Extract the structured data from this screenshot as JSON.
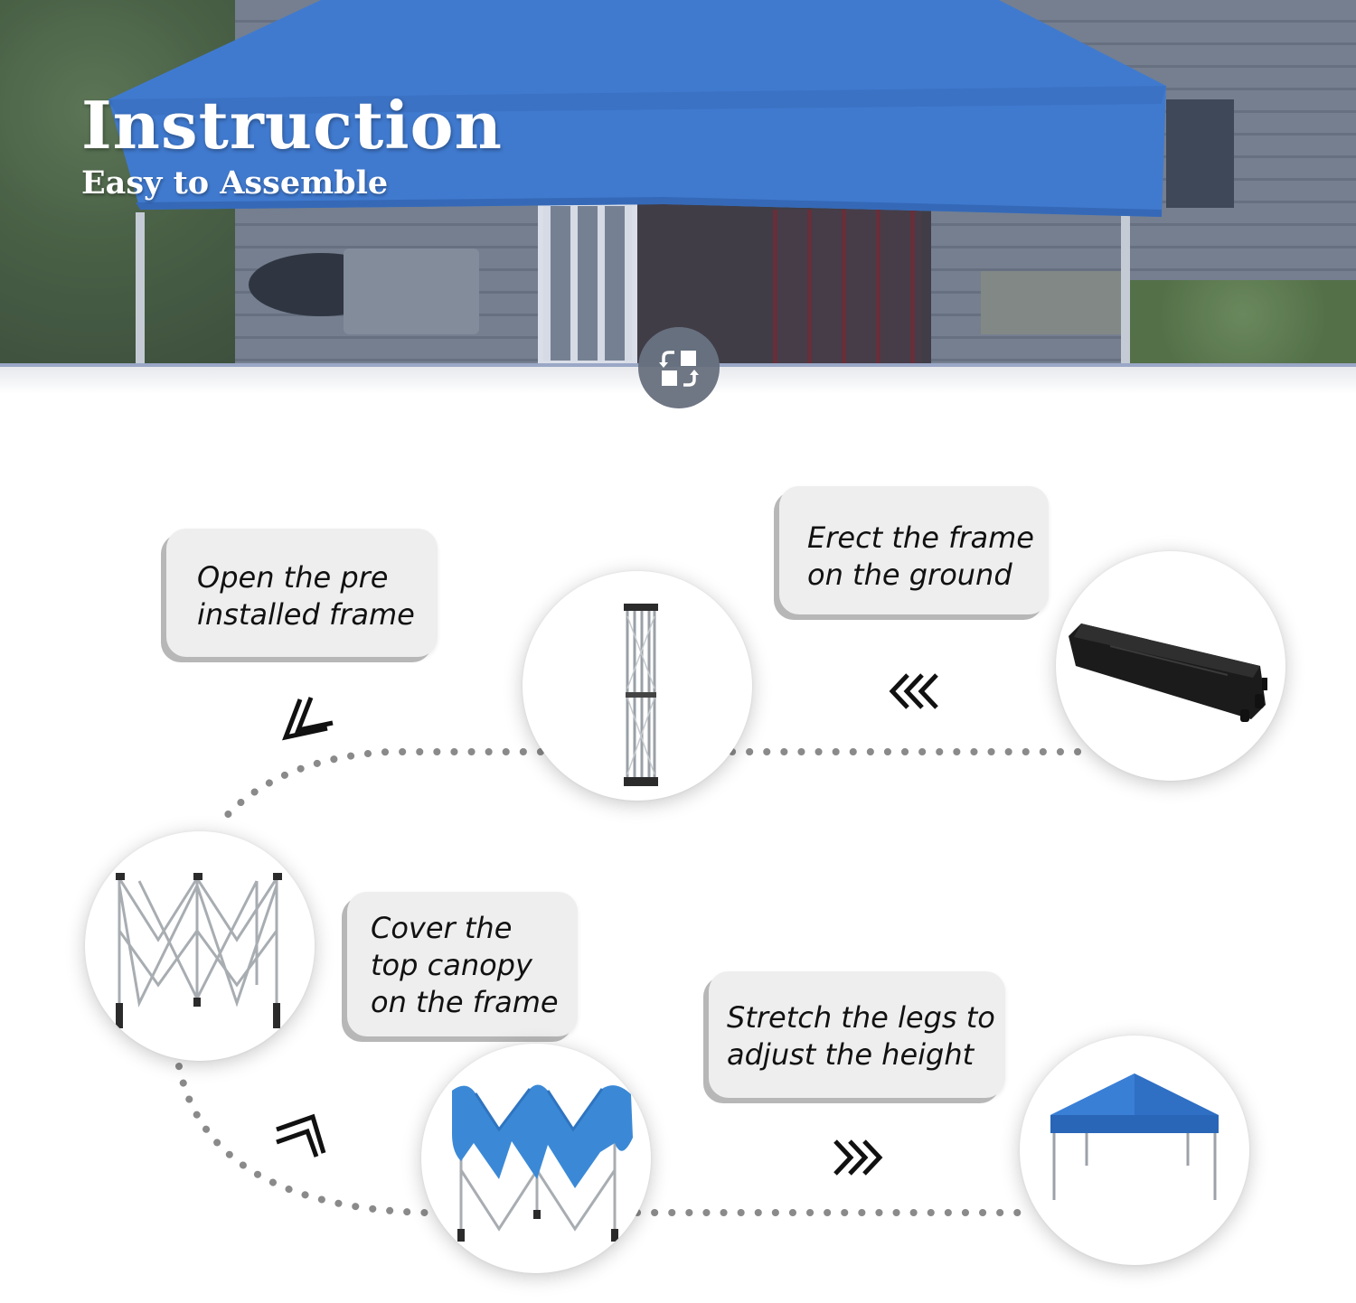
{
  "header": {
    "title": "Instruction",
    "subtitle": "Easy to Assemble",
    "badge_icon": "rotate-squares-icon"
  },
  "colors": {
    "canopy_blue": "#3f7fd9",
    "bubble_bg": "#eeeeee",
    "bubble_shadow": "#b7b7b7",
    "dot": "#8a8a8a"
  },
  "steps": [
    {
      "label_lines": [
        "Erect the frame",
        "on the ground"
      ],
      "image": "carry-bag-icon"
    },
    {
      "label_lines": [
        "Open the pre",
        "installed frame"
      ],
      "image": "folded-frame-icon"
    },
    {
      "label_lines": [
        "Cover the",
        "top canopy",
        "on the frame"
      ],
      "image": "expanded-frame-icon"
    },
    {
      "label_lines": [
        "Stretch the legs to",
        "adjust the height"
      ],
      "image": "canopy-frame-icon"
    },
    {
      "label_lines": [],
      "image": "finished-tent-icon"
    }
  ],
  "arrows": [
    "chevrons-left-icon",
    "chevrons-down-left-icon",
    "chevrons-down-right-icon",
    "chevrons-right-icon"
  ]
}
